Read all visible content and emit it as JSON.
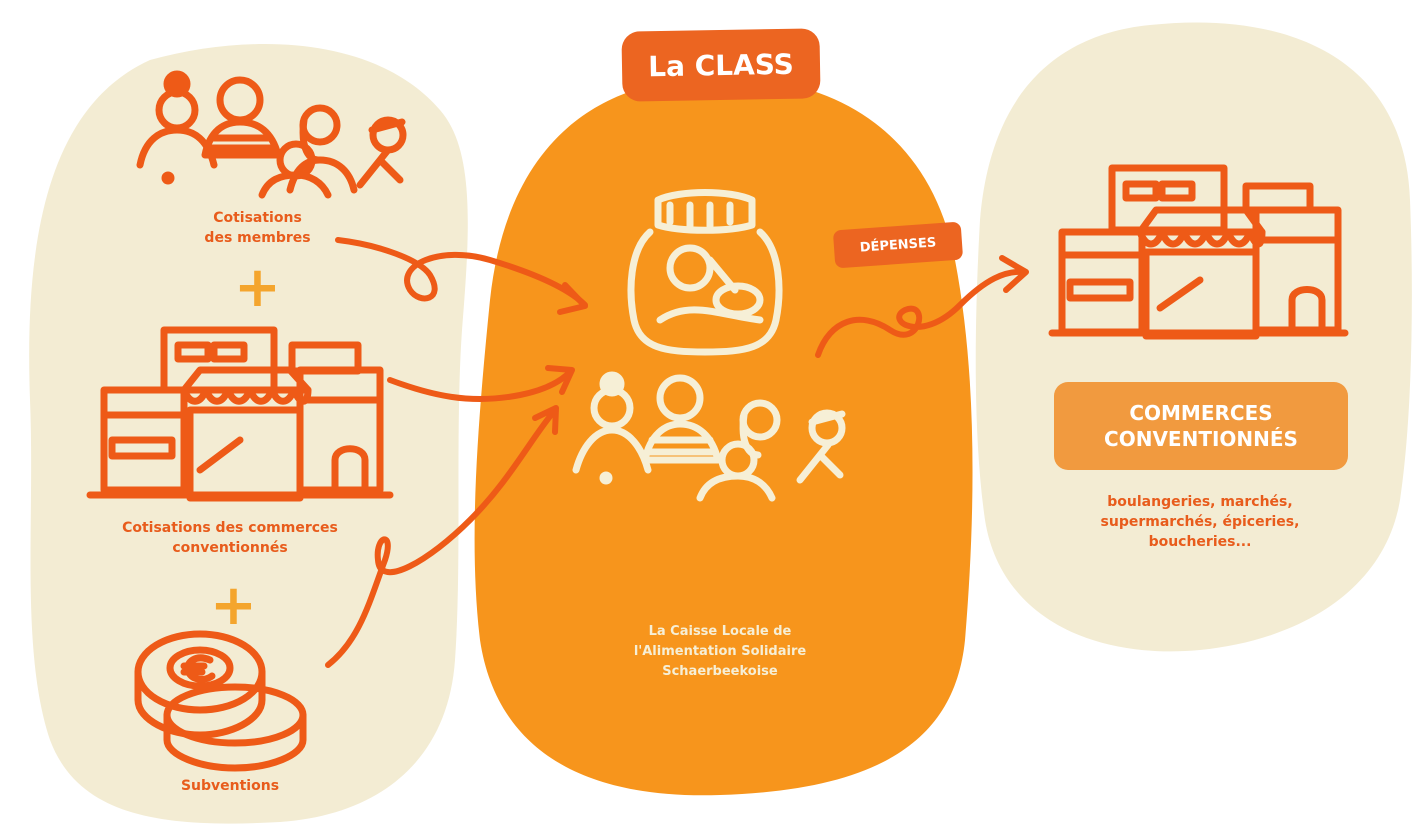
{
  "colors": {
    "cream": "#f3ecd3",
    "orange_light": "#f7951c",
    "orange_dark": "#ec6521",
    "line_orange": "#ee5a17",
    "text_orange": "#e85c1c",
    "plus_yellow": "#f4a52d",
    "illustration_cream": "#f6efd6",
    "badge_light": "#f19a3f"
  },
  "left": {
    "members_label": "Cotisations\ndes membres",
    "shops_label": "Cotisations des commerces\nconventionnés",
    "subsidies_label": "Subventions",
    "plus_1": "+",
    "plus_2": "+"
  },
  "center": {
    "title": "La CLASS",
    "description": "La Caisse Locale de\nl'Alimentation Solidaire\nSchaerbeekoise"
  },
  "spending_badge": "DÉPENSES",
  "right": {
    "title": "COMMERCES\nCONVENTIONNÉS",
    "subtitle": "boulangeries, marchés,\nsupermarchés, épiceries,\nboucheries..."
  },
  "icons": [
    "people-group-icon",
    "shops-icon",
    "coins-icon",
    "jar-icon"
  ]
}
